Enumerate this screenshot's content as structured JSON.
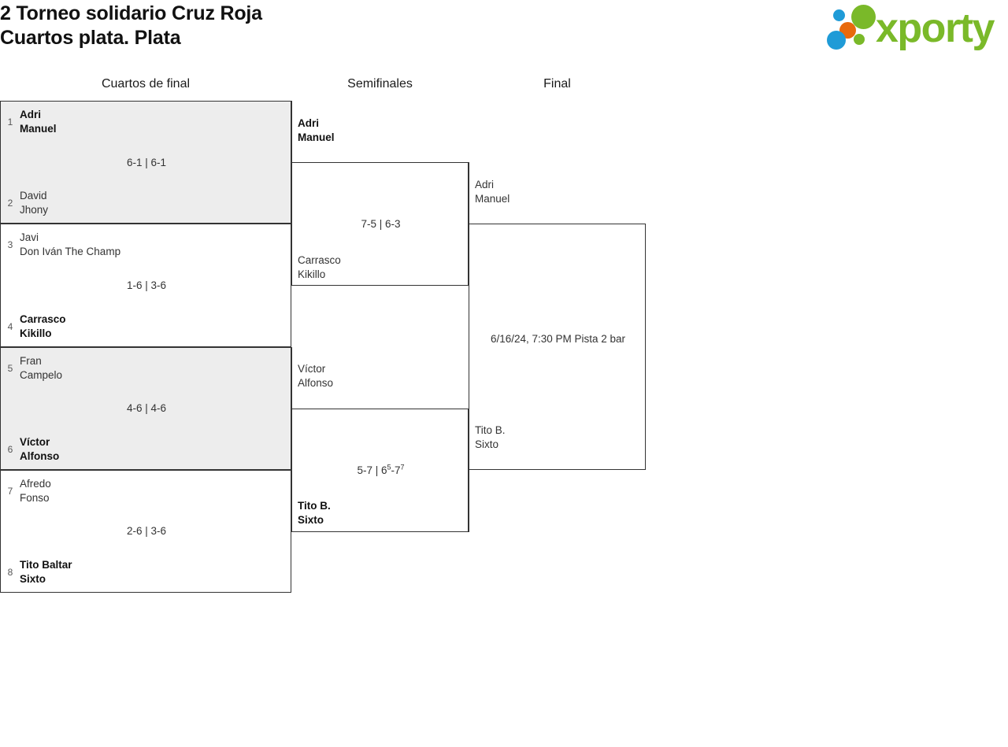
{
  "header": {
    "title_line1": "2 Torneo solidario Cruz Roja",
    "title_line2": "Cuartos plata. Plata"
  },
  "logo": {
    "text": "xporty",
    "colors": {
      "green": "#7ab929",
      "blue": "#1f9bd7",
      "orange": "#e8690b"
    }
  },
  "rounds": [
    {
      "label": "Cuartos de final"
    },
    {
      "label": "Semifinales"
    },
    {
      "label": "Final"
    }
  ],
  "matches": {
    "qf1": {
      "top": {
        "seed": "1",
        "p1": "Adri",
        "p2": "Manuel",
        "winner": true
      },
      "bottom": {
        "seed": "2",
        "p1": "David",
        "p2": "Jhony",
        "winner": false
      },
      "score": "6-1 | 6-1"
    },
    "qf2": {
      "top": {
        "seed": "3",
        "p1": "Javi",
        "p2": "Don Iván The Champ",
        "winner": false
      },
      "bottom": {
        "seed": "4",
        "p1": "Carrasco",
        "p2": "Kikillo",
        "winner": true
      },
      "score": "1-6 | 3-6"
    },
    "qf3": {
      "top": {
        "seed": "5",
        "p1": "Fran",
        "p2": "Campelo",
        "winner": false
      },
      "bottom": {
        "seed": "6",
        "p1": "Víctor",
        "p2": "Alfonso",
        "winner": true
      },
      "score": "4-6 | 4-6"
    },
    "qf4": {
      "top": {
        "seed": "7",
        "p1": "Afredo",
        "p2": "Fonso",
        "winner": false
      },
      "bottom": {
        "seed": "8",
        "p1": "Tito Baltar",
        "p2": "Sixto",
        "winner": true
      },
      "score": "2-6 | 3-6"
    },
    "sf1": {
      "top": {
        "p1": "Adri",
        "p2": "Manuel",
        "winner": true
      },
      "bottom": {
        "p1": "Carrasco",
        "p2": "Kikillo",
        "winner": false
      },
      "score_pre": "7-5 | 6-3",
      "score_tb1": "",
      "score_mid": "",
      "score_tb2": "",
      "score_post": ""
    },
    "sf2": {
      "top": {
        "p1": "Víctor",
        "p2": "Alfonso",
        "winner": false
      },
      "bottom": {
        "p1": "Tito B.",
        "p2": "Sixto",
        "winner": true
      },
      "score_pre": "5-7 | 6",
      "score_tb1": "5",
      "score_mid": "-7",
      "score_tb2": "7",
      "score_post": ""
    },
    "final": {
      "top": {
        "p1": "Adri",
        "p2": "Manuel",
        "winner": false
      },
      "bottom": {
        "p1": "Tito B.",
        "p2": "Sixto",
        "winner": false
      },
      "schedule": "6/16/24, 7:30 PM Pista 2 bar"
    }
  }
}
